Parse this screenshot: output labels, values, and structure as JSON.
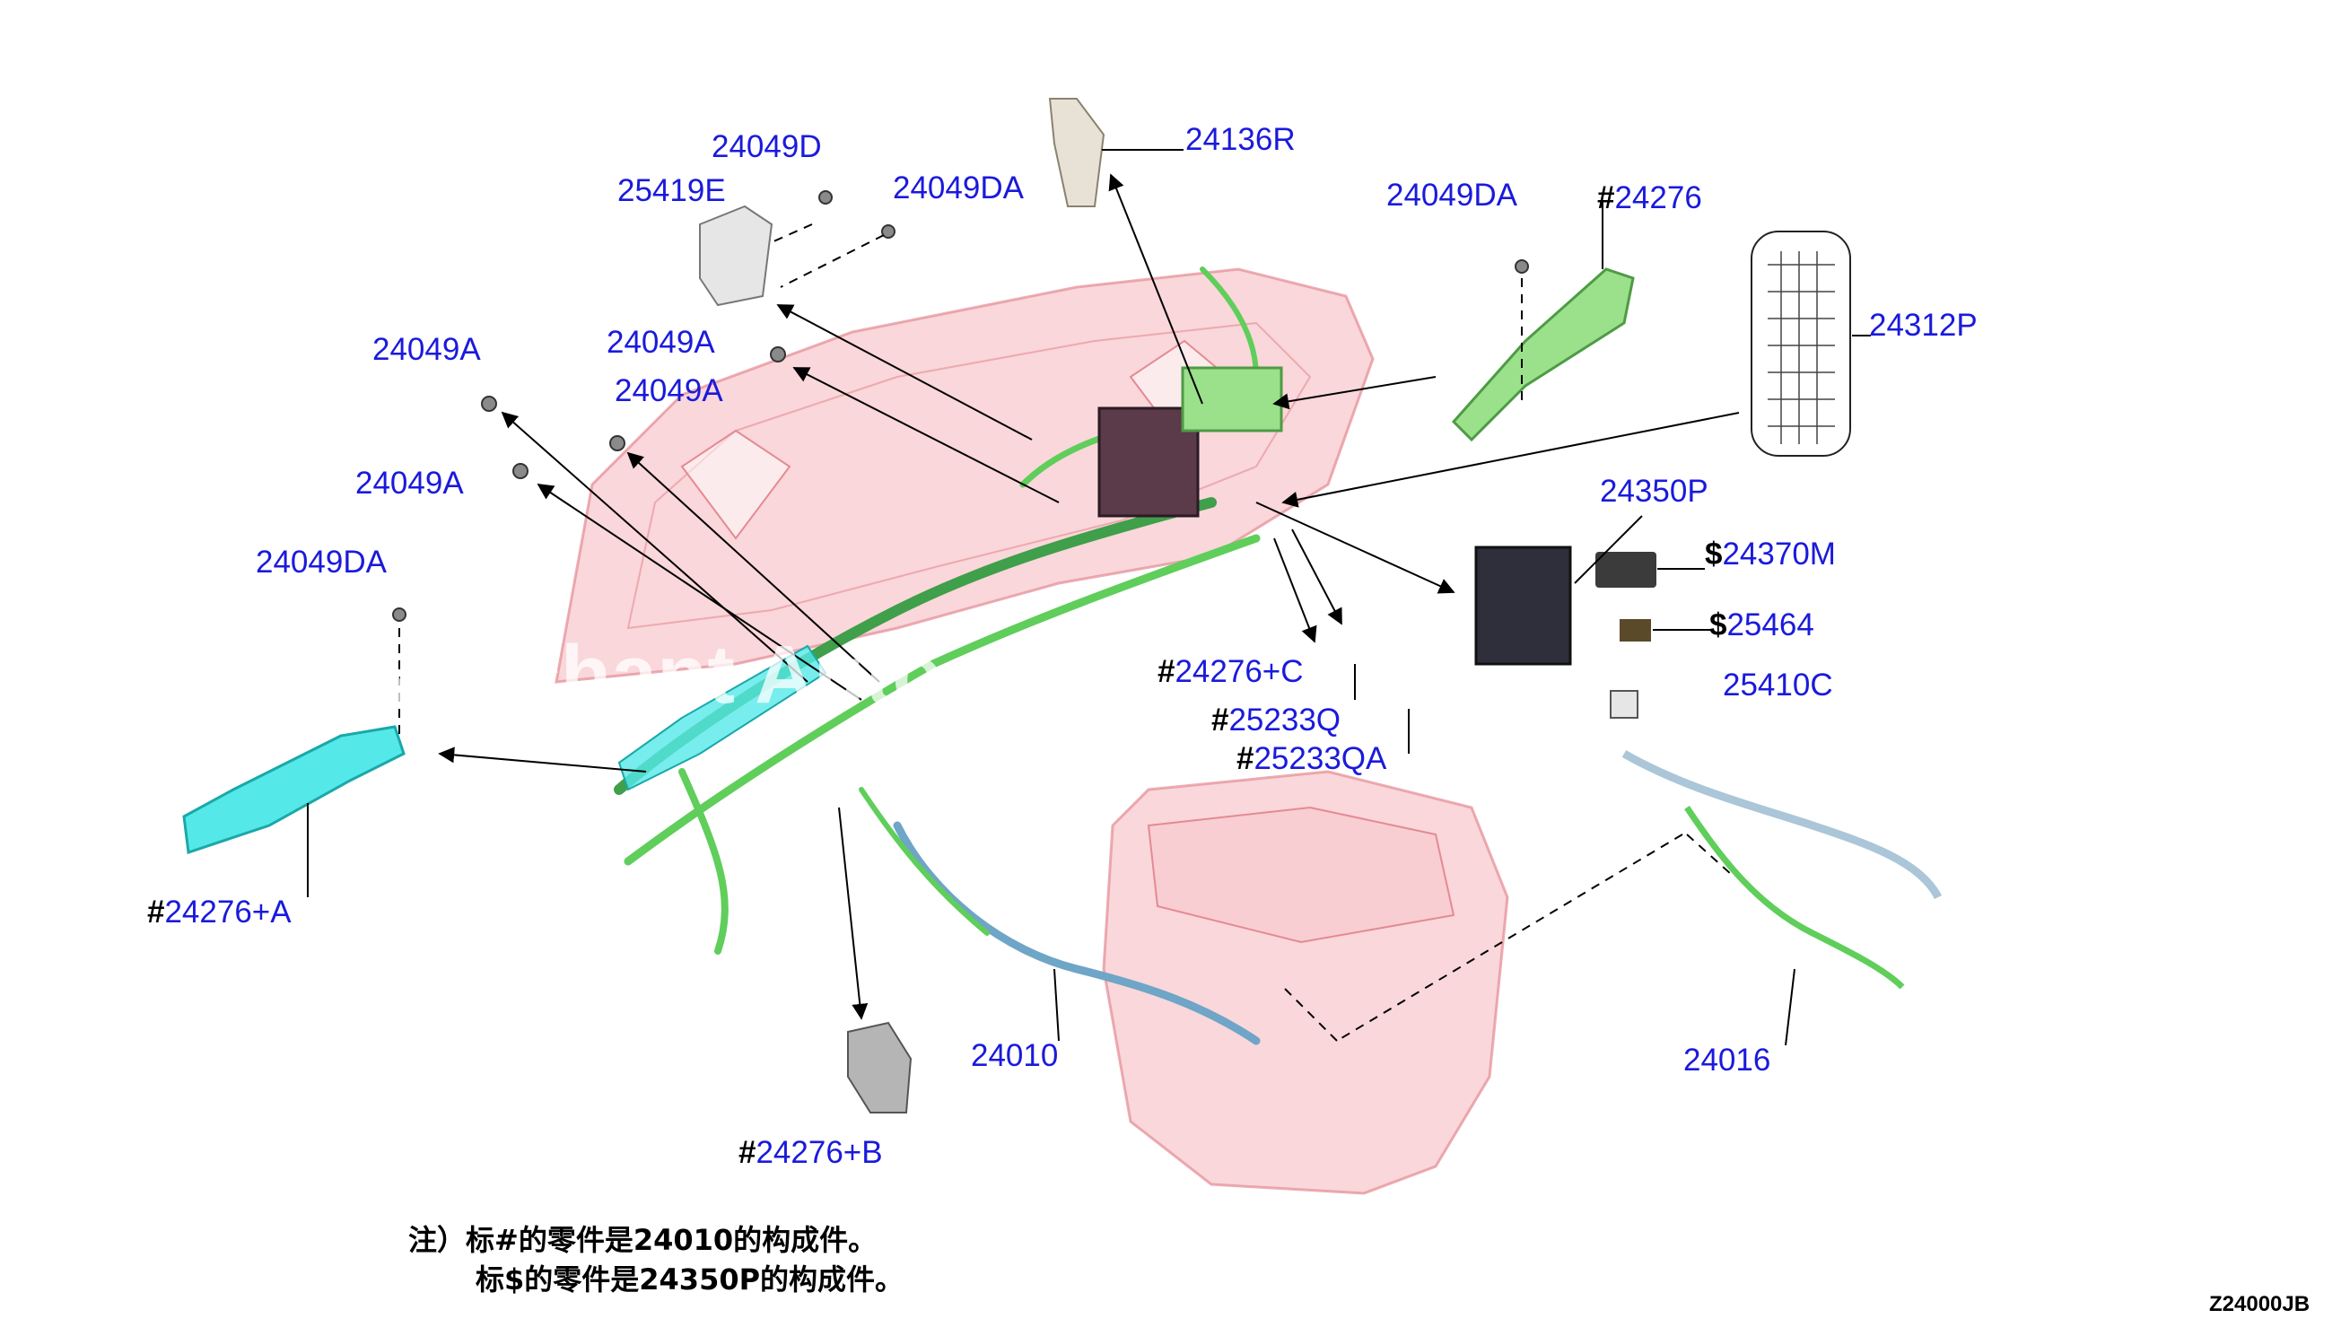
{
  "diagram": {
    "callouts": [
      {
        "id": "c1",
        "prefix": "",
        "text": "24049D"
      },
      {
        "id": "c2",
        "prefix": "",
        "text": "25419E"
      },
      {
        "id": "c3",
        "prefix": "",
        "text": "24049DA"
      },
      {
        "id": "c4",
        "prefix": "",
        "text": "24136R"
      },
      {
        "id": "c5",
        "prefix": "",
        "text": "24049DA"
      },
      {
        "id": "c6",
        "prefix": "#",
        "text": "24276"
      },
      {
        "id": "c7",
        "prefix": "",
        "text": "24312P"
      },
      {
        "id": "c8",
        "prefix": "",
        "text": "24049A"
      },
      {
        "id": "c9",
        "prefix": "",
        "text": "24049A"
      },
      {
        "id": "c10",
        "prefix": "",
        "text": "24049A"
      },
      {
        "id": "c11",
        "prefix": "",
        "text": "24049A"
      },
      {
        "id": "c12",
        "prefix": "",
        "text": "24350P"
      },
      {
        "id": "c13",
        "prefix": "$",
        "text": "24370M"
      },
      {
        "id": "c14",
        "prefix": "$",
        "text": "25464"
      },
      {
        "id": "c15",
        "prefix": "",
        "text": "25410C"
      },
      {
        "id": "c16",
        "prefix": "",
        "text": "24049DA"
      },
      {
        "id": "c17",
        "prefix": "#",
        "text": "24276+C"
      },
      {
        "id": "c18",
        "prefix": "#",
        "text": "25233Q"
      },
      {
        "id": "c19",
        "prefix": "#",
        "text": "25233QA"
      },
      {
        "id": "c20",
        "prefix": "#",
        "text": "24276+A"
      },
      {
        "id": "c21",
        "prefix": "",
        "text": "24010"
      },
      {
        "id": "c22",
        "prefix": "",
        "text": "24016"
      },
      {
        "id": "c23",
        "prefix": "#",
        "text": "24276+B"
      }
    ]
  },
  "watermark": "Merchant Auto",
  "notes": {
    "line1": "注）标#的零件是24010的构成件。",
    "line2": "标$的零件是24350P的构成件。"
  },
  "diagram_code": "Z24000JB",
  "colors": {
    "label": "#1a1adc",
    "dashboard": "#f2a6ad",
    "harness_green": "#5fce5a",
    "duct_green": "#9be08a",
    "duct_cyan": "#55e8e8",
    "module_dark": "#2e2f3a"
  }
}
